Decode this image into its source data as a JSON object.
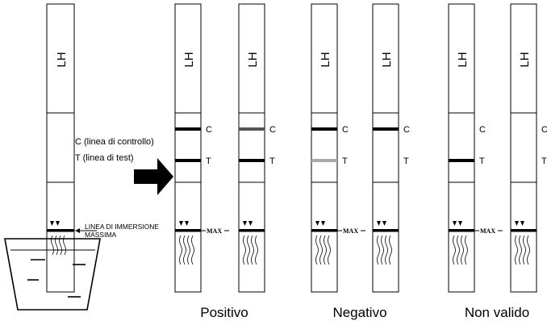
{
  "strip_label": "LH",
  "legend": {
    "c": "C (linea di controllo)",
    "t": "T (linea di test)"
  },
  "immersion": {
    "line1": "LINEA DI IMMERSIONE",
    "line2": "MASSIMA"
  },
  "max_label": "MAX",
  "line_labels": {
    "c": "C",
    "t": "T"
  },
  "groups": [
    {
      "label": "Positivo"
    },
    {
      "label": "Negativo"
    },
    {
      "label": "Non valido"
    }
  ],
  "strips": [
    {
      "c": "#000000",
      "t": "#000000"
    },
    {
      "c": "#555555",
      "t": "#000000"
    },
    {
      "c": "#000000",
      "t": "#aaaaaa"
    },
    {
      "c": "#000000",
      "t": null
    },
    {
      "c": null,
      "t": "#000000"
    },
    {
      "c": null,
      "t": null
    }
  ],
  "colors": {
    "ink": "#000000"
  }
}
